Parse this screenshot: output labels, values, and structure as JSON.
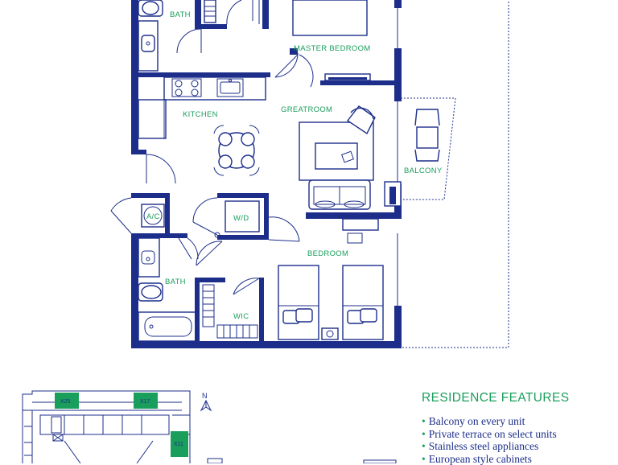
{
  "rooms": {
    "bath_top": "BATH",
    "master_bedroom": "MASTER BEDROOM",
    "kitchen": "KITCHEN",
    "greatroom": "GREATROOM",
    "balcony": "BALCONY",
    "ac": "A/C",
    "wd": "W/D",
    "bedroom": "BEDROOM",
    "bath_bottom": "BATH",
    "wic": "WIC"
  },
  "key_plan": {
    "north": "N",
    "units": [
      "X25",
      "X17",
      "X11"
    ],
    "highlight_color": "#1a9e5c"
  },
  "features": {
    "title": "RESIDENCE FEATURES",
    "items": [
      "Balcony on every unit",
      "Private terrace on select units",
      "Stainless steel appliances",
      "European style cabinets"
    ]
  },
  "colors": {
    "wall": "#1c2e8a",
    "label": "#1a9e5c"
  }
}
